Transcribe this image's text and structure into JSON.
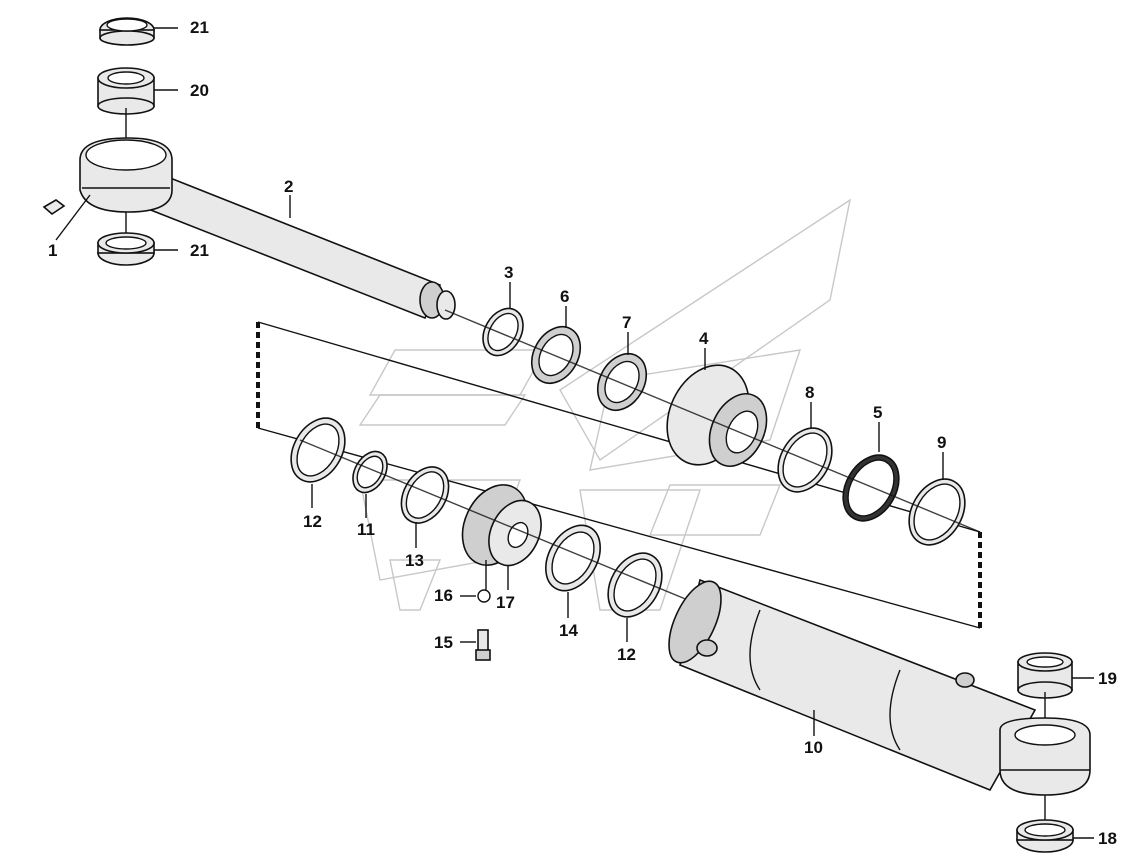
{
  "labels": {
    "l1": "1",
    "l2": "2",
    "l3": "3",
    "l4": "4",
    "l5": "5",
    "l6": "6",
    "l7": "7",
    "l8": "8",
    "l9": "9",
    "l10": "10",
    "l11": "11",
    "l12a": "12",
    "l12b": "12",
    "l13": "13",
    "l14": "14",
    "l15": "15",
    "l16": "16",
    "l17": "17",
    "l18": "18",
    "l19": "19",
    "l20": "20",
    "l21a": "21",
    "l21b": "21"
  }
}
